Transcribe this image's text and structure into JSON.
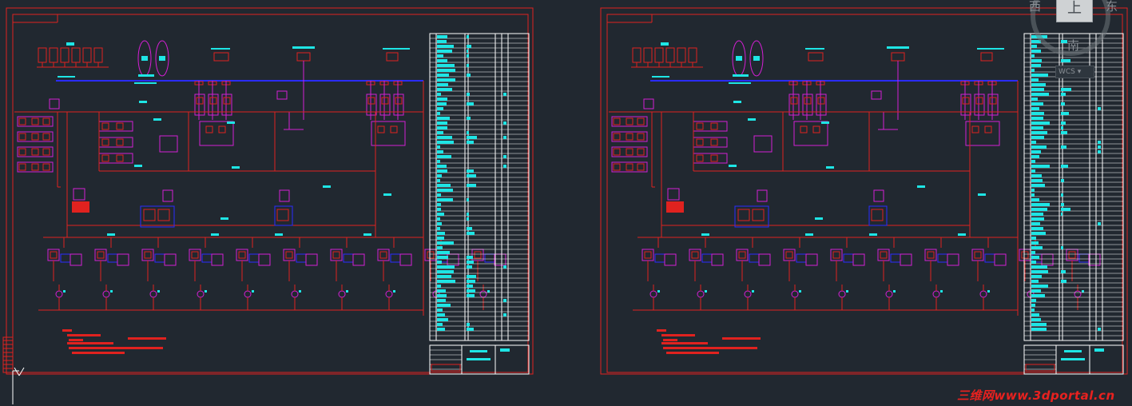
{
  "viewcube": {
    "west": "西",
    "top": "上",
    "east": "东",
    "south": "南",
    "wcs_label": "WCS"
  },
  "watermark": "三维网www.3dportal.cn",
  "colors": {
    "background": "#212830",
    "border_red": "#e0221f",
    "pipe_blue": "#2a2cff",
    "component_magenta": "#d41fd4",
    "label_cyan": "#1ee5e5",
    "table_white": "#ffffff"
  }
}
